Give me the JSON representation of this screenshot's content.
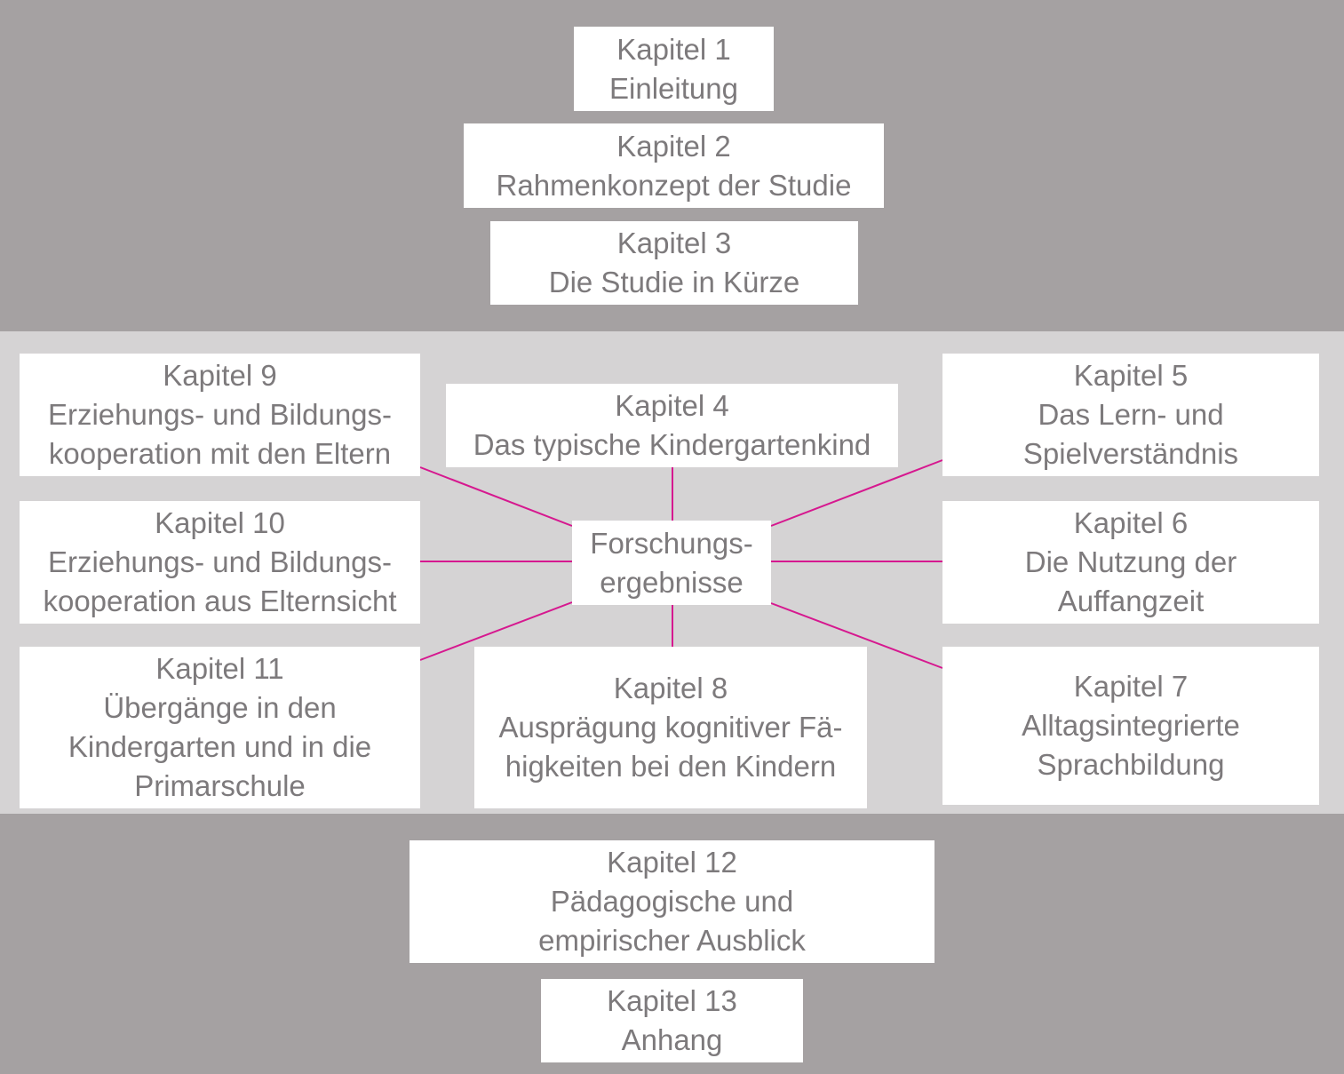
{
  "accent_color": "#d6188f",
  "hub": {
    "line1": "Forschungs-",
    "line2": "ergebnisse"
  },
  "chapters": {
    "k1": {
      "title": "Kapitel 1",
      "lines": [
        "Einleitung"
      ]
    },
    "k2": {
      "title": "Kapitel 2",
      "lines": [
        "Rahmenkonzept der Studie"
      ]
    },
    "k3": {
      "title": "Kapitel 3",
      "lines": [
        "Die Studie in Kürze"
      ]
    },
    "k4": {
      "title": "Kapitel 4",
      "lines": [
        "Das typische Kindergartenkind"
      ]
    },
    "k5": {
      "title": "Kapitel 5",
      "lines": [
        "Das Lern- und",
        "Spielverständnis"
      ]
    },
    "k6": {
      "title": "Kapitel 6",
      "lines": [
        "Die Nutzung der",
        "Auffangzeit"
      ]
    },
    "k7": {
      "title": "Kapitel 7",
      "lines": [
        "Alltagsintegrierte",
        "Sprachbildung"
      ]
    },
    "k8": {
      "title": "Kapitel 8",
      "lines": [
        "Ausprägung kognitiver Fä-",
        "higkeiten bei den Kindern"
      ]
    },
    "k9": {
      "title": "Kapitel 9",
      "lines": [
        "Erziehungs- und Bildungs-",
        "kooperation mit den Eltern"
      ]
    },
    "k10": {
      "title": "Kapitel 10",
      "lines": [
        "Erziehungs- und Bildungs-",
        "kooperation aus Elternsicht"
      ]
    },
    "k11": {
      "title": "Kapitel 11",
      "lines": [
        "Übergänge in den",
        "Kindergarten und in die",
        "Primarschule"
      ]
    },
    "k12": {
      "title": "Kapitel 12",
      "lines": [
        "Pädagogische und",
        "empirischer Ausblick"
      ]
    },
    "k13": {
      "title": "Kapitel 13",
      "lines": [
        "Anhang"
      ]
    }
  }
}
